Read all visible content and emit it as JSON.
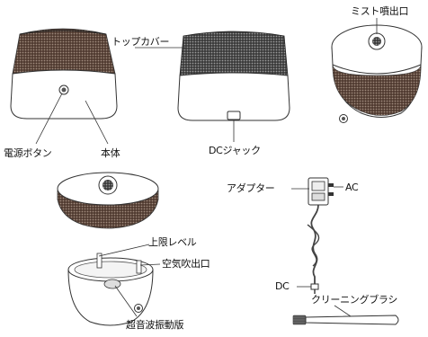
{
  "labels": {
    "top_cover": "トップカバー",
    "mist_outlet": "ミスト噴出口",
    "power_button": "電源ボタン",
    "main_body": "本体",
    "dc_jack": "DCジャック",
    "adapter": "アダプター",
    "ac": "AC",
    "dc": "DC",
    "upper_limit_level": "上限レベル",
    "air_outlet": "空気吹出口",
    "ultrasonic_plate": "超音波振動版",
    "cleaning_brush": "クリーニングブラシ"
  },
  "colors": {
    "body_white": "#ffffff",
    "outline": "#333333",
    "dark_mesh": "#2a2a2a",
    "brown_mesh": "#5a4136"
  }
}
